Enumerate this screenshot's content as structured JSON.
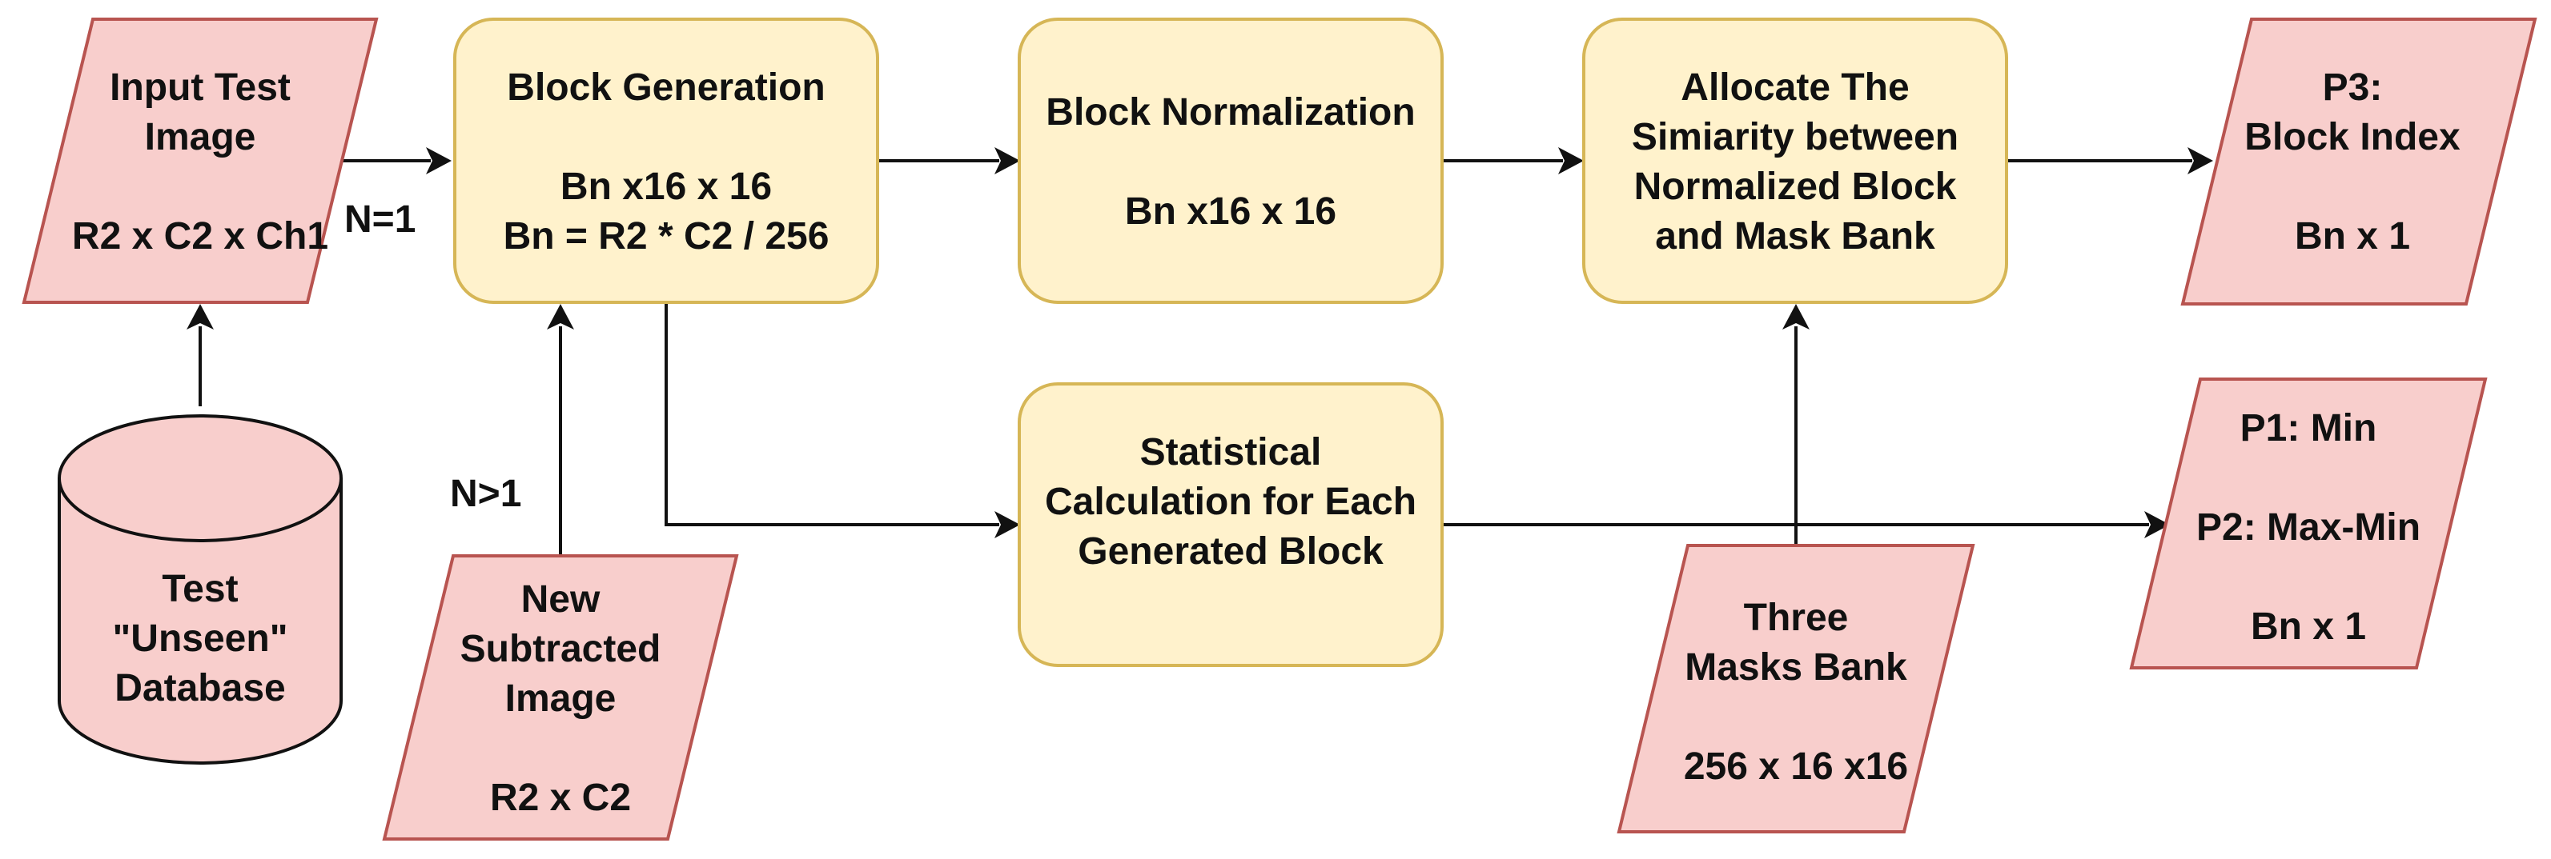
{
  "nodes": {
    "input_test_image": {
      "lines": [
        "Input Test",
        "Image",
        "",
        "R2 x C2 x Ch1"
      ]
    },
    "block_generation": {
      "lines": [
        "Block Generation",
        "",
        "Bn x16 x 16",
        "Bn = R2 * C2 / 256"
      ]
    },
    "block_normalization": {
      "lines": [
        "Block Normalization",
        "",
        "Bn x16 x 16"
      ]
    },
    "allocate_similarity": {
      "lines": [
        "Allocate The",
        "Simiarity  between",
        "Normalized Block",
        "and Mask Bank"
      ]
    },
    "p3_block_index": {
      "lines": [
        "P3:",
        "Block Index",
        "",
        "Bn x 1"
      ]
    },
    "test_database": {
      "lines": [
        "Test",
        "\"Unseen\"",
        "Database"
      ]
    },
    "new_subtracted_image": {
      "lines": [
        "New",
        "Subtracted",
        "Image",
        "",
        "R2 x C2"
      ]
    },
    "statistical_calculation": {
      "lines": [
        "Statistical",
        "Calculation for Each",
        "Generated Block"
      ]
    },
    "three_masks_bank": {
      "lines": [
        "Three",
        "Masks Bank",
        "",
        "256 x 16 x16"
      ]
    },
    "p1_p2_output": {
      "lines": [
        "P1: Min",
        "",
        "P2: Max-Min",
        "",
        "Bn x 1"
      ]
    }
  },
  "edge_labels": {
    "n_equals_1": "N=1",
    "n_greater_1": "N>1"
  },
  "colors": {
    "process_fill": "#fff2cc",
    "process_stroke": "#d6b656",
    "io_fill": "#f8cecc",
    "io_stroke": "#b85450",
    "line": "#111111"
  }
}
